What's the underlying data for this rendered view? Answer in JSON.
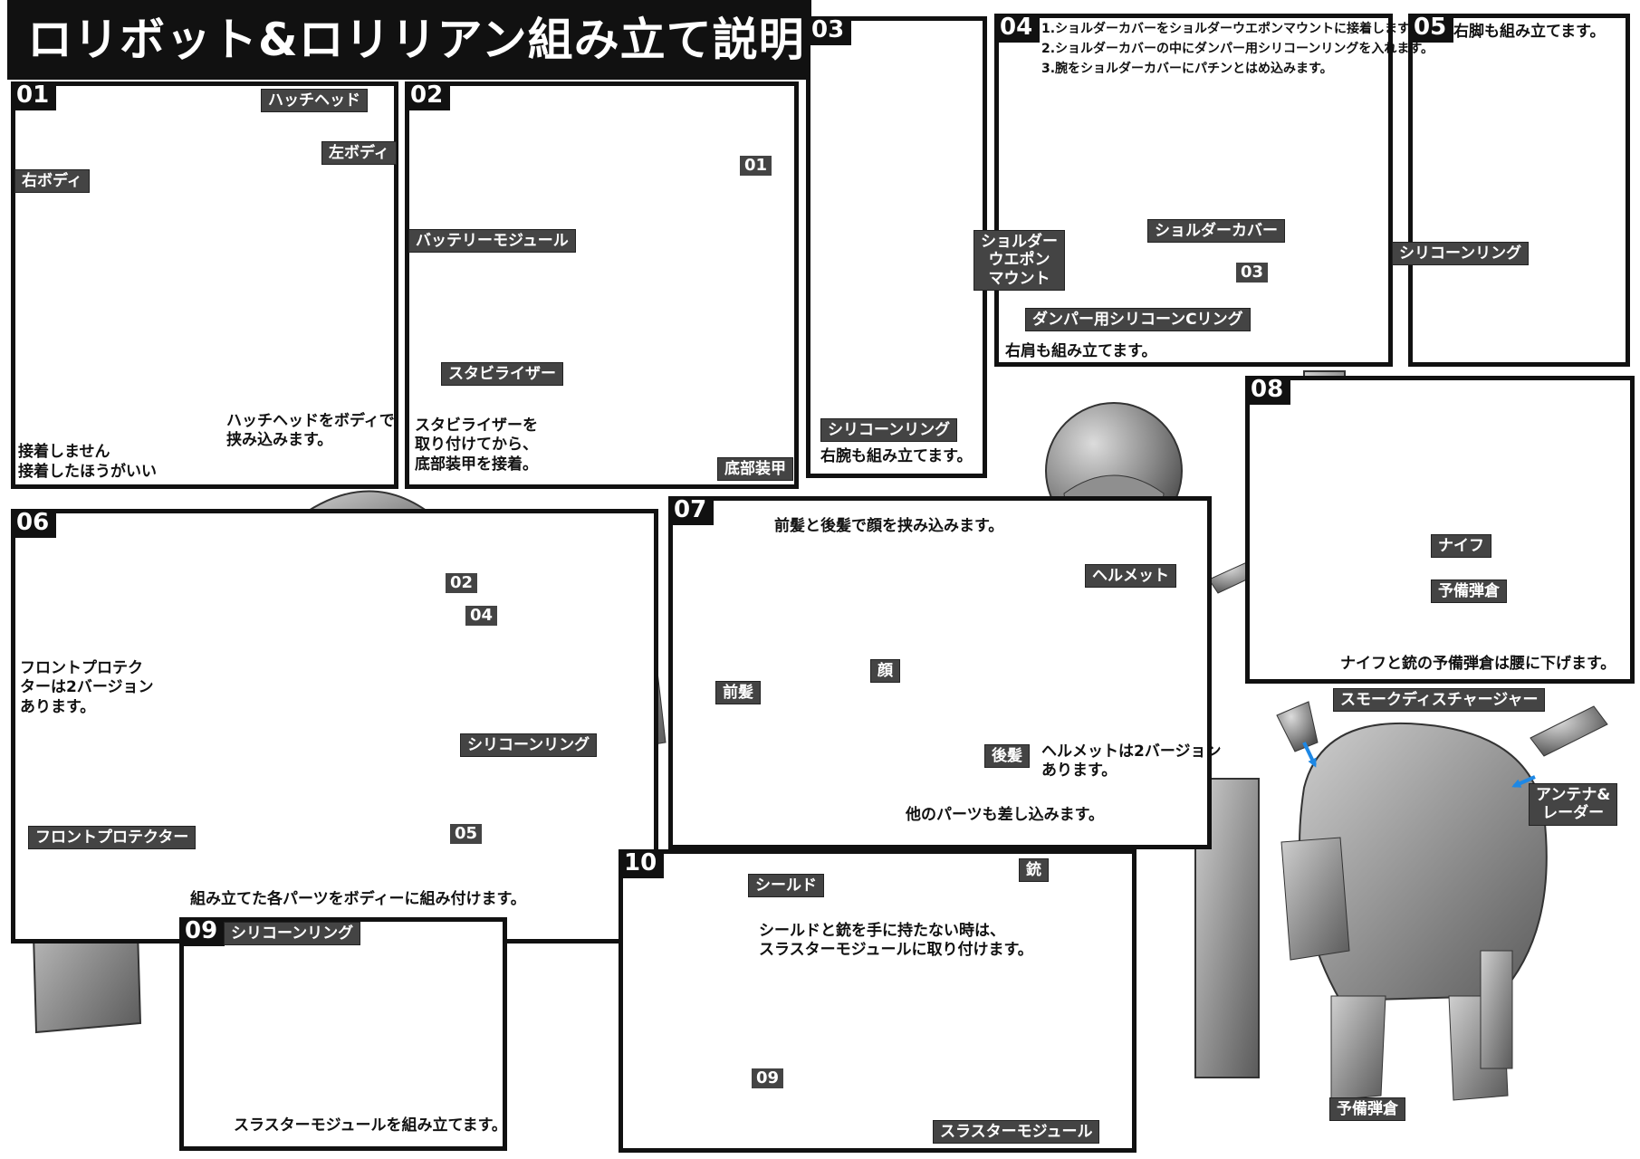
{
  "title": "ロリボット&ロリリアン組み立て説明図",
  "panels": {
    "p01": {
      "num": "01",
      "labels": {
        "hatch_head": "ハッチヘッド",
        "left_body": "左ボディ",
        "right_body": "右ボディ"
      },
      "note": "ハッチヘッドをボディで\n挟み込みます。",
      "legend_no_glue": "接着しません",
      "legend_glue": "接着したほうがいい"
    },
    "p02": {
      "num": "02",
      "labels": {
        "battery": "バッテリーモジュール",
        "stabilizer": "スタビライザー",
        "bottom_armor": "底部装甲",
        "ref01": "01"
      },
      "note": "スタビライザーを\n取り付けてから、\n底部装甲を接着。"
    },
    "p03": {
      "num": "03",
      "labels": {
        "silicone": "シリコーンリング"
      },
      "note": "右腕も組み立てます。"
    },
    "p04": {
      "num": "04",
      "steps": [
        "1.ショルダーカバーをショルダーウエポンマウントに接着します。",
        "2.ショルダーカバーの中にダンパー用シリコーンリングを入れます。",
        "3.腕をショルダーカバーにパチンとはめ込みます。"
      ],
      "labels": {
        "shoulder_mount": "ショルダー\nウエポン\nマウント",
        "shoulder_cover": "ショルダーカバー",
        "damper_ring": "ダンパー用シリコーンCリング",
        "ref03": "03"
      },
      "note": "右肩も組み立てます。"
    },
    "p05": {
      "num": "05",
      "note": "右脚も組み立てます。",
      "labels": {
        "silicone": "シリコーンリング"
      }
    },
    "p06": {
      "num": "06",
      "labels": {
        "ref02": "02",
        "ref04": "04",
        "ref05": "05",
        "silicone": "シリコーンリング",
        "front_protector": "フロントプロテクター"
      },
      "note_versions": "フロントプロテク\nターは2バージョン\nあります。",
      "note": "組み立てた各パーツをボディーに組み付けます。"
    },
    "p07": {
      "num": "07",
      "top_note": "前髪と後髪で顔を挟み込みます。",
      "labels": {
        "front_hair": "前髪",
        "face": "顔",
        "back_hair": "後髪",
        "helmet": "ヘルメット"
      },
      "note_other": "他のパーツも差し込みます。",
      "note_helmet": "ヘルメットは2バージョン\nあります。"
    },
    "p08": {
      "num": "08",
      "labels": {
        "knife": "ナイフ",
        "magazine": "予備弾倉"
      },
      "note": "ナイフと銃の予備弾倉は腰に下げます。"
    },
    "p09": {
      "num": "09",
      "labels": {
        "silicone": "シリコーンリング"
      },
      "note": "スラスターモジュールを組み立てます。"
    },
    "p10": {
      "num": "10",
      "labels": {
        "shield": "シールド",
        "gun": "銃",
        "ref09": "09",
        "thruster": "スラスターモジュール"
      },
      "note": "シールドと銃を手に持たない時は、\nスラスターモジュールに取り付けます。"
    },
    "final": {
      "labels": {
        "smoke": "スモークディスチャージャー",
        "antenna": "アンテナ&\nレーダー",
        "magazine": "予備弾倉"
      }
    }
  },
  "colors": {
    "blue_arrow": "#1e88e5",
    "red_arrow": "#e53935",
    "part_gray": "#9a9a9a",
    "frame": "#111111"
  }
}
